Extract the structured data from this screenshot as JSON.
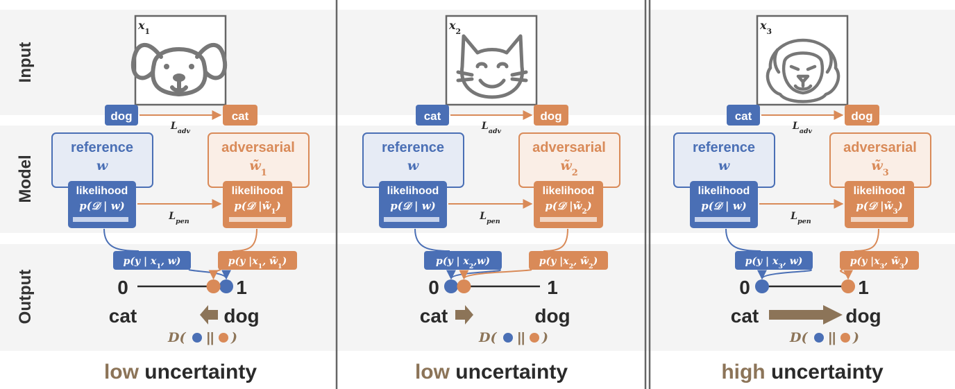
{
  "rows": {
    "input": "Input",
    "model": "Model",
    "output": "Output"
  },
  "colors": {
    "blue": "#4a6fb5",
    "blue_fill": "#e6ebf5",
    "orange": "#d98a58",
    "orange_fill": "#faeee6",
    "brown": "#8c7458",
    "dark": "#2a2a2a",
    "band": "#f4f4f4"
  },
  "panels": [
    {
      "image_label": "x",
      "image_sub": "1",
      "image_icon": "dog-icon",
      "src_label": "dog",
      "tgt_label": "cat",
      "adv_loss": "L",
      "adv_loss_sub": "adv",
      "ref_title": "reference",
      "ref_param": "w",
      "adv_title": "adversarial",
      "adv_param": "w̃",
      "adv_param_sub": "1",
      "lik_title": "likelihood",
      "ref_lik": "p(𝒟 | w)",
      "adv_lik": "p(𝒟 |w̃",
      "adv_lik_sub": "1",
      "adv_lik_end": ")",
      "pen_loss": "L",
      "pen_loss_sub": "pen",
      "ref_out": "p(y | x",
      "ref_out_sub": "1",
      "ref_out_end": ", w)",
      "adv_out": "p(y |x",
      "adv_out_sub": "1",
      "adv_out_mid": ", w̃",
      "adv_out_sub2": "1",
      "adv_out_end": ")",
      "axis_min": "0",
      "axis_max": "1",
      "class_left": "cat",
      "class_right": "dog",
      "ref_pred": 0.97,
      "adv_pred": 0.83,
      "arrow_dir": "left",
      "arrow_size": "small",
      "div_label": "D(",
      "div_mid": "||",
      "div_end": ")",
      "verdict_word": "low",
      "verdict_rest": " uncertainty"
    },
    {
      "image_label": "x",
      "image_sub": "2",
      "image_icon": "cat-icon",
      "src_label": "cat",
      "tgt_label": "dog",
      "adv_loss": "L",
      "adv_loss_sub": "adv",
      "ref_title": "reference",
      "ref_param": "w",
      "adv_title": "adversarial",
      "adv_param": "w̃",
      "adv_param_sub": "2",
      "lik_title": "likelihood",
      "ref_lik": "p(𝒟 | w)",
      "adv_lik": "p(𝒟 |w̃",
      "adv_lik_sub": "2",
      "adv_lik_end": ")",
      "pen_loss": "L",
      "pen_loss_sub": "pen",
      "ref_out": "p(y | x",
      "ref_out_sub": "2",
      "ref_out_end": ",w)",
      "adv_out": "p(y |x",
      "adv_out_sub": "2",
      "adv_out_mid": ", w̃",
      "adv_out_sub2": "2",
      "adv_out_end": ")",
      "axis_min": "0",
      "axis_max": "1",
      "class_left": "cat",
      "class_right": "dog",
      "ref_pred": 0.03,
      "adv_pred": 0.17,
      "arrow_dir": "right",
      "arrow_size": "small",
      "div_label": "D(",
      "div_mid": "||",
      "div_end": ")",
      "verdict_word": "low",
      "verdict_rest": " uncertainty"
    },
    {
      "image_label": "x",
      "image_sub": "3",
      "image_icon": "lion-icon",
      "src_label": "cat",
      "tgt_label": "dog",
      "adv_loss": "L",
      "adv_loss_sub": "adv",
      "ref_title": "reference",
      "ref_param": "w",
      "adv_title": "adversarial",
      "adv_param": "w̃",
      "adv_param_sub": "3",
      "lik_title": "likelihood",
      "ref_lik": "p(𝒟 | w)",
      "adv_lik": "p(𝒟 |w̃",
      "adv_lik_sub": "3",
      "adv_lik_end": ")",
      "pen_loss": "L",
      "pen_loss_sub": "pen",
      "ref_out": "p(y | x",
      "ref_out_sub": "3",
      "ref_out_end": ", w)",
      "adv_out": "p(y |x",
      "adv_out_sub": "3",
      "adv_out_mid": ", w̃",
      "adv_out_sub2": "3",
      "adv_out_end": ")",
      "axis_min": "0",
      "axis_max": "1",
      "class_left": "cat",
      "class_right": "dog",
      "ref_pred": 0.03,
      "adv_pred": 0.97,
      "arrow_dir": "right",
      "arrow_size": "large",
      "div_label": "D(",
      "div_mid": "||",
      "div_end": ")",
      "verdict_word": "high",
      "verdict_rest": " uncertainty"
    }
  ]
}
